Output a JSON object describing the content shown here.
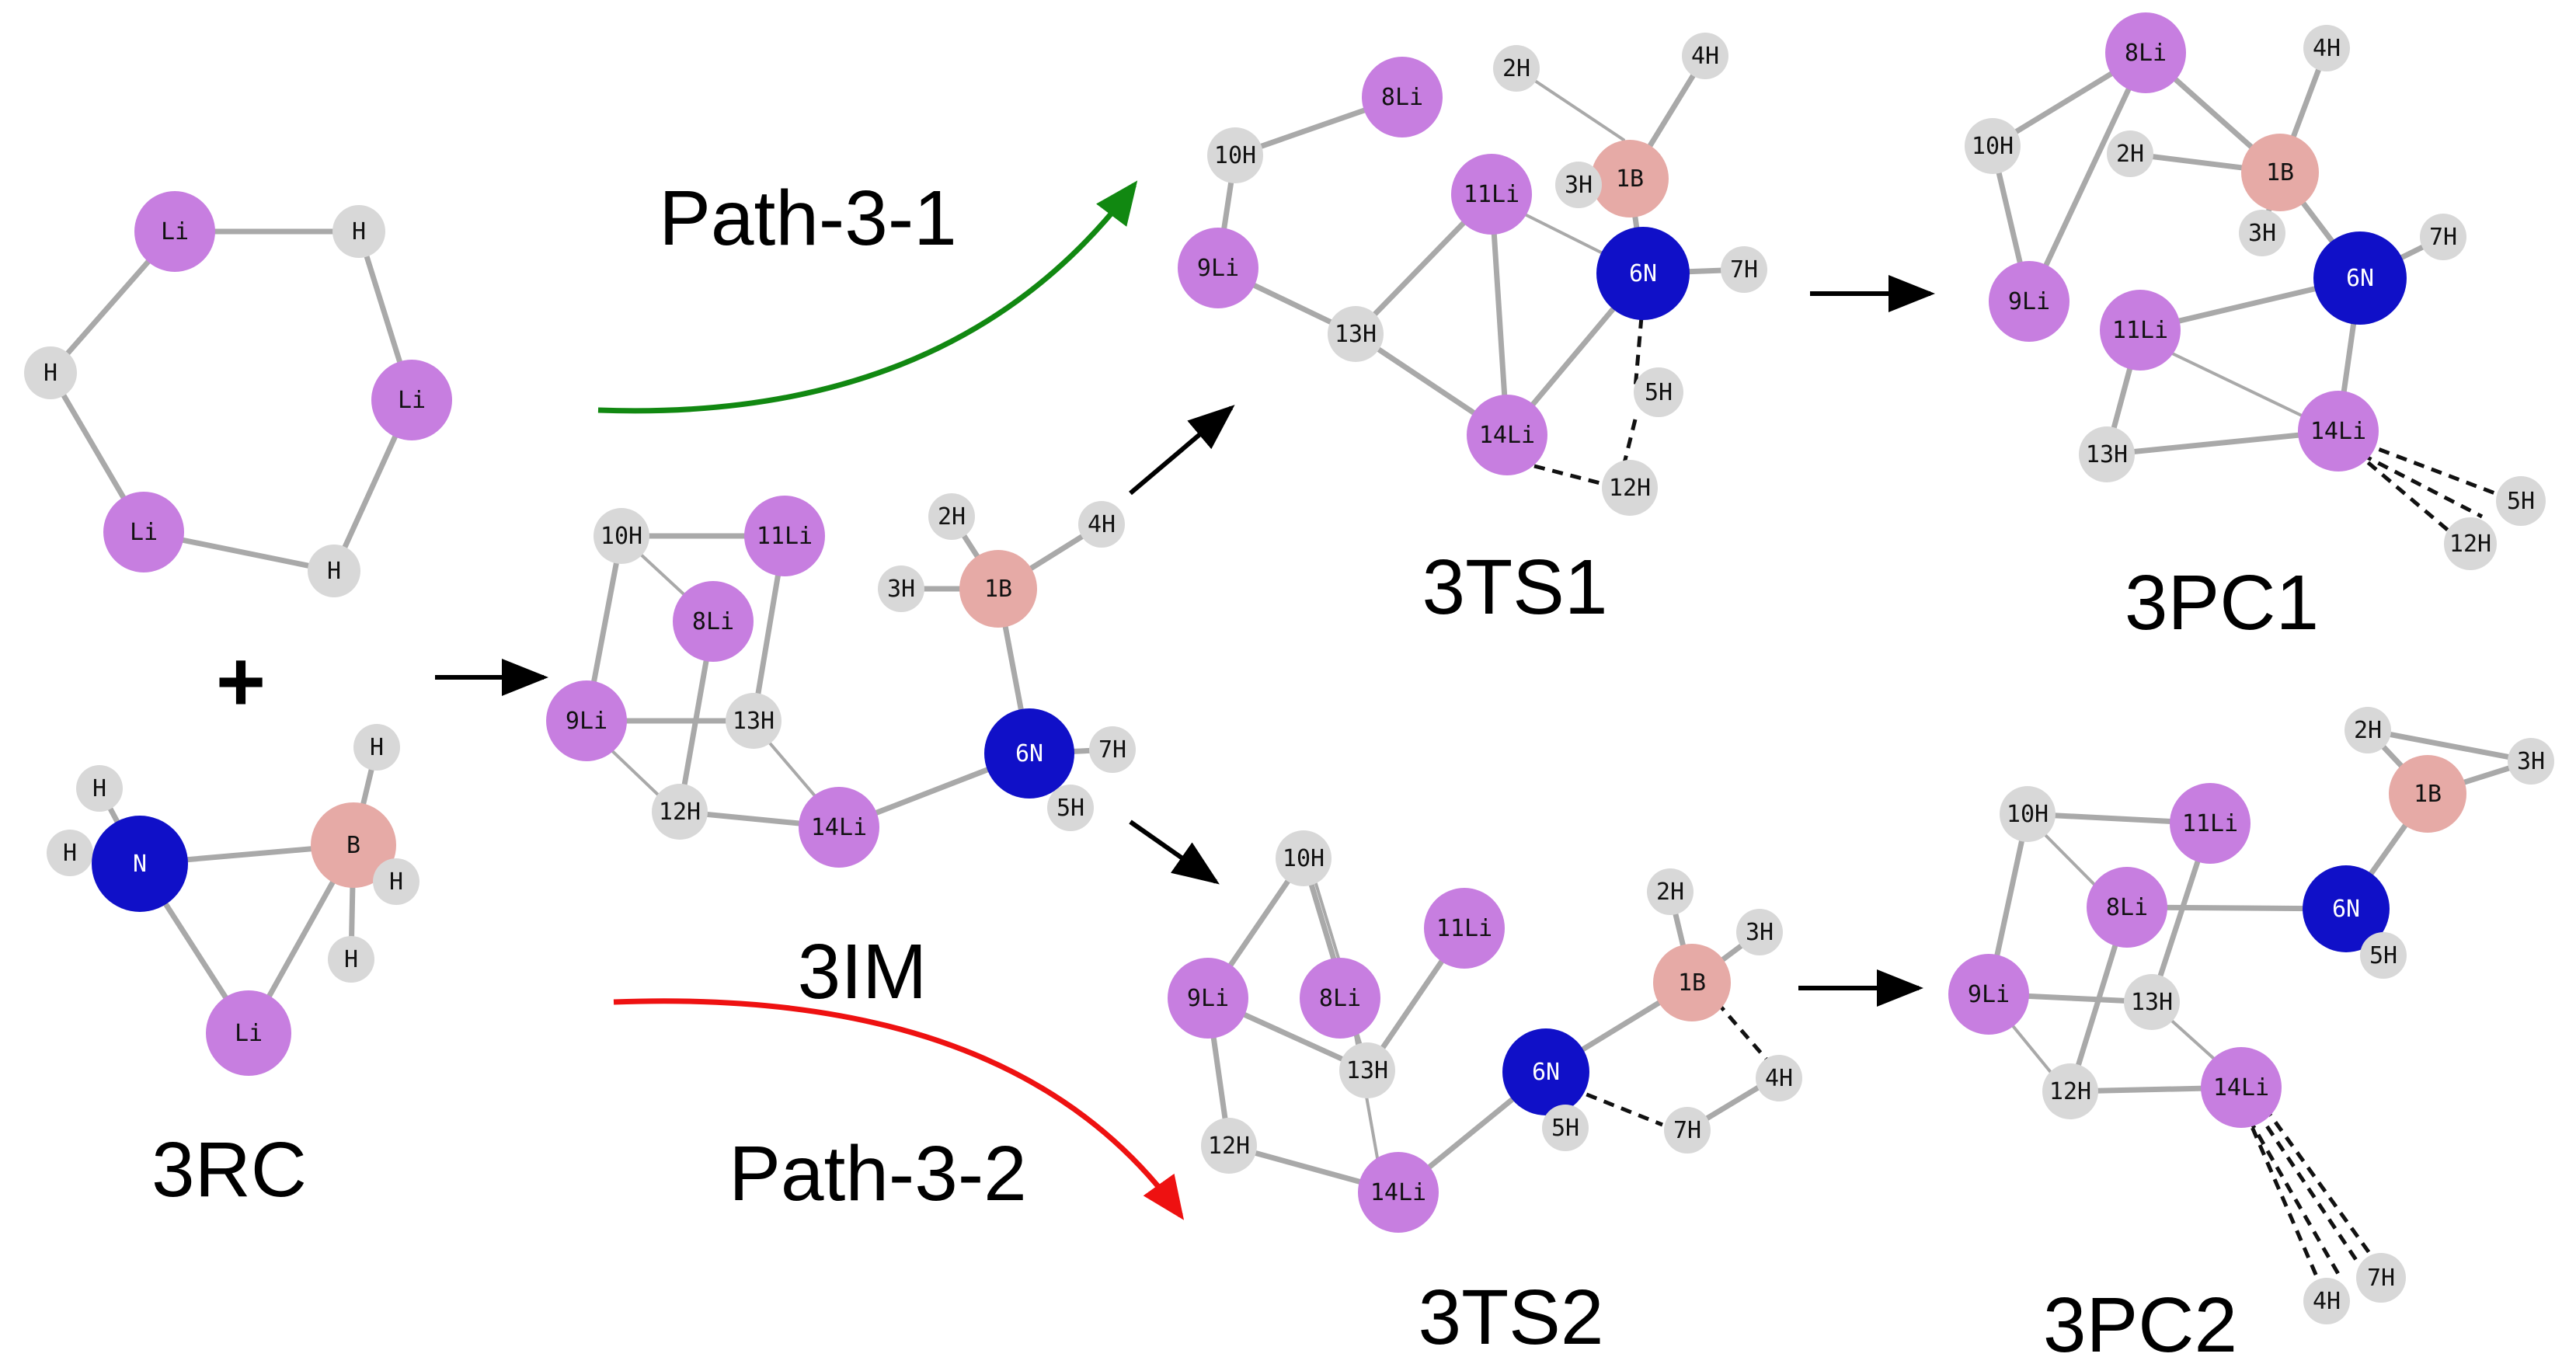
{
  "labels": {
    "reactant": "3RC",
    "plus": "+",
    "intermediate": "3IM",
    "ts1": "3TS1",
    "pc1": "3PC1",
    "ts2": "3TS2",
    "pc2": "3PC2",
    "path1": "Path-3-1",
    "path2": "Path-3-2"
  },
  "colors": {
    "li": "#c77ee0",
    "h": "#d8d8d8",
    "n": "#1010c8",
    "b": "#e6aaa6",
    "path1_arrow": "#118811",
    "path2_arrow": "#ee1111"
  },
  "atoms": {
    "rc_li1": "Li",
    "rc_li2": "Li",
    "rc_li3": "Li",
    "rc_li4": "Li",
    "rc_h1": "H",
    "rc_h2": "H",
    "rc_h3": "H",
    "rc_n": "N",
    "rc_b": "B",
    "rc_nh1": "H",
    "rc_nh2": "H",
    "rc_bh1": "H",
    "rc_bh2": "H",
    "rc_bh3": "H",
    "im_10h": "10H",
    "im_11li": "11Li",
    "im_8li": "8Li",
    "im_9li": "9Li",
    "im_13h": "13H",
    "im_12h": "12H",
    "im_14li": "14Li",
    "im_2h": "2H",
    "im_3h": "3H",
    "im_1b": "1B",
    "im_4h": "4H",
    "im_6n": "6N",
    "im_7h": "7H",
    "im_5h": "5H",
    "ts1_8li": "8Li",
    "ts1_10h": "10H",
    "ts1_9li": "9Li",
    "ts1_13h": "13H",
    "ts1_11li": "11Li",
    "ts1_14li": "14Li",
    "ts1_12h": "12H",
    "ts1_2h": "2H",
    "ts1_4h": "4H",
    "ts1_1b": "1B",
    "ts1_3h": "3H",
    "ts1_6n": "6N",
    "ts1_7h": "7H",
    "ts1_5h": "5H",
    "pc1_8li": "8Li",
    "pc1_4h": "4H",
    "pc1_10h": "10H",
    "pc1_2h": "2H",
    "pc1_1b": "1B",
    "pc1_3h": "3H",
    "pc1_7h": "7H",
    "pc1_9li": "9Li",
    "pc1_6n": "6N",
    "pc1_11li": "11Li",
    "pc1_14li": "14Li",
    "pc1_13h": "13H",
    "pc1_5h": "5H",
    "pc1_12h": "12H",
    "ts2_10h": "10H",
    "ts2_11li": "11Li",
    "ts2_9li": "9Li",
    "ts2_8li": "8Li",
    "ts2_13h": "13H",
    "ts2_12h": "12H",
    "ts2_14li": "14Li",
    "ts2_2h": "2H",
    "ts2_3h": "3H",
    "ts2_1b": "1B",
    "ts2_6n": "6N",
    "ts2_4h": "4H",
    "ts2_7h": "7H",
    "ts2_5h": "5H",
    "pc2_2h": "2H",
    "pc2_3h": "3H",
    "pc2_1b": "1B",
    "pc2_10h": "10H",
    "pc2_11li": "11Li",
    "pc2_8li": "8Li",
    "pc2_6n": "6N",
    "pc2_5h": "5H",
    "pc2_9li": "9Li",
    "pc2_13h": "13H",
    "pc2_12h": "12H",
    "pc2_14li": "14Li",
    "pc2_4h": "4H",
    "pc2_7h": "7H"
  }
}
